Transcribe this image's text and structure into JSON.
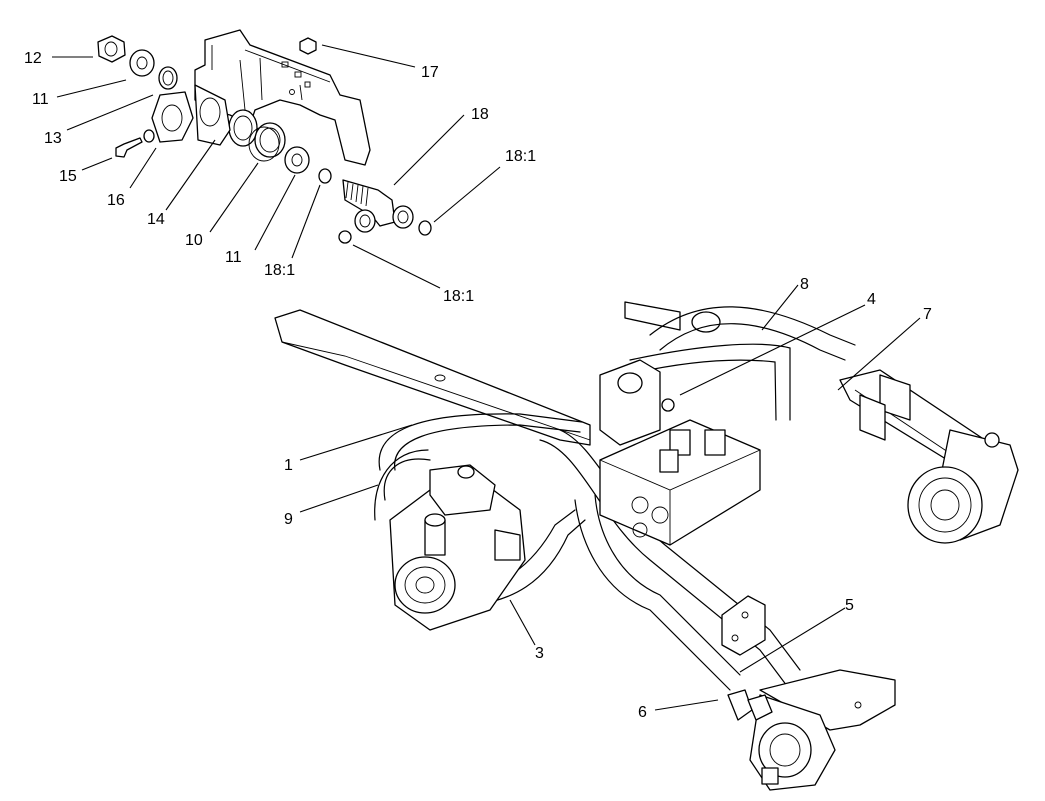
{
  "callouts": [
    {
      "id": "c12",
      "text": "12"
    },
    {
      "id": "c11a",
      "text": "11"
    },
    {
      "id": "c13",
      "text": "13"
    },
    {
      "id": "c15",
      "text": "15"
    },
    {
      "id": "c16",
      "text": "16"
    },
    {
      "id": "c14",
      "text": "14"
    },
    {
      "id": "c10",
      "text": "10"
    },
    {
      "id": "c11b",
      "text": "11"
    },
    {
      "id": "c18a",
      "text": "18:1"
    },
    {
      "id": "c18b",
      "text": "18:1"
    },
    {
      "id": "c18c",
      "text": "18:1"
    },
    {
      "id": "c17",
      "text": "17"
    },
    {
      "id": "c18",
      "text": "18"
    },
    {
      "id": "c8",
      "text": "8"
    },
    {
      "id": "c4",
      "text": "4"
    },
    {
      "id": "c7",
      "text": "7"
    },
    {
      "id": "c1",
      "text": "1"
    },
    {
      "id": "c9",
      "text": "9"
    },
    {
      "id": "c3",
      "text": "3"
    },
    {
      "id": "c5",
      "text": "5"
    },
    {
      "id": "c6",
      "text": "6"
    }
  ]
}
